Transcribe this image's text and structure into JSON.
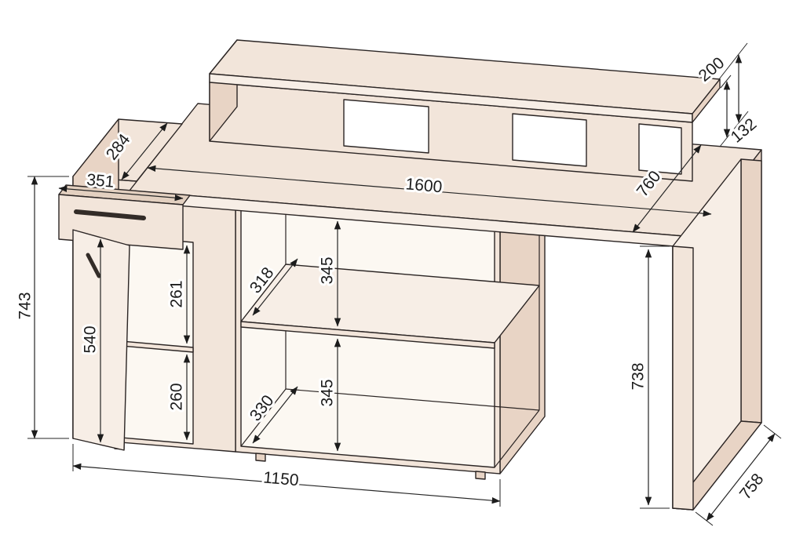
{
  "diagram": {
    "dimensions": {
      "desktop_length": "1600",
      "desktop_depth": "760",
      "riser_height": "200",
      "riser_opening_height": "132",
      "top_shelf_depth": "284",
      "drawer_width": "351",
      "total_height": "743",
      "door_height": "540",
      "cabinet_upper_compartment": "261",
      "cabinet_lower_compartment": "260",
      "upper_shelf_depth": "318",
      "upper_compartment_height": "345",
      "lower_shelf_depth": "330",
      "lower_compartment_height": "345",
      "base_length": "1150",
      "panel_height": "738",
      "panel_depth": "758"
    },
    "colors": {
      "surface": "#f2e5da",
      "surface_shade": "#e8d4c5",
      "surface_light": "#f7eee6",
      "interior": "#fcf8f2",
      "outline": "#2b2524",
      "background": "#ffffff"
    }
  }
}
